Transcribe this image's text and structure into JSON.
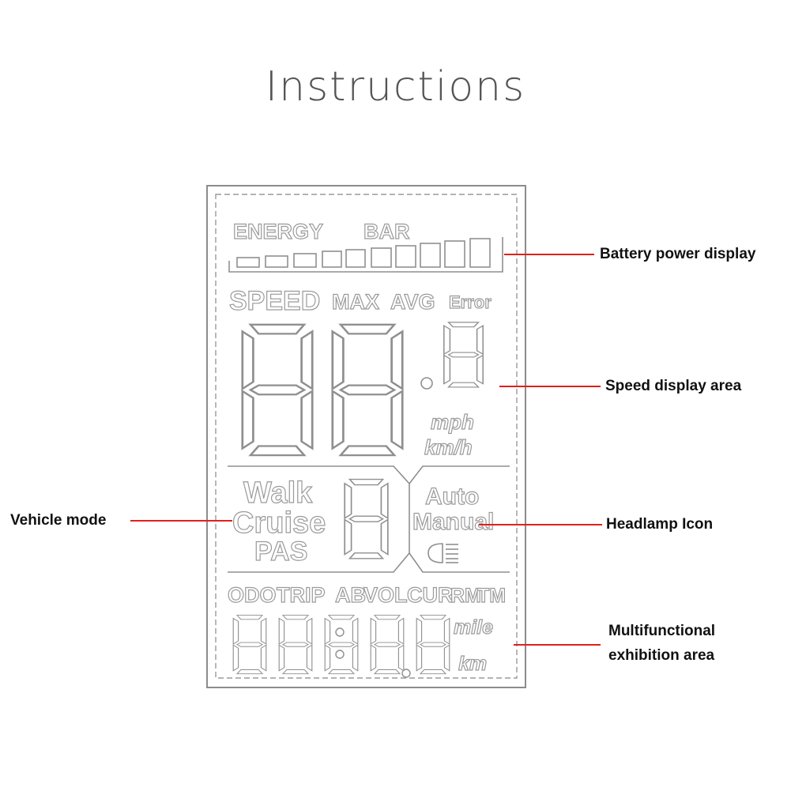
{
  "title": "Instructions",
  "lcd": {
    "energy_label": "ENERGY",
    "bar_label": "BAR",
    "speed_label": "SPEED",
    "max_label": "MAX",
    "avg_label": "AVG",
    "error_label": "Error",
    "unit_mph": "mph",
    "unit_kmh": "km/h",
    "mode_walk": "Walk",
    "mode_cruise": "Cruise",
    "mode_pas": "PAS",
    "light_auto": "Auto",
    "light_manual": "Manual",
    "func_odo": "ODO",
    "func_trip": "TRIP",
    "func_ab": "AB",
    "func_vol": "VOL",
    "func_cur": "CUR",
    "func_rm": "RM",
    "func_tm": "TM",
    "unit_mile": "mile",
    "unit_km": "km"
  },
  "callouts": {
    "battery": "Battery power display",
    "speed": "Speed display area",
    "vehicle_mode": "Vehicle mode",
    "headlamp": "Headlamp Icon",
    "multi_line1": "Multifunctional",
    "multi_line2": "exhibition area"
  },
  "colors": {
    "leader": "#e0201c",
    "lcd_outline": "#9a9a9a"
  }
}
